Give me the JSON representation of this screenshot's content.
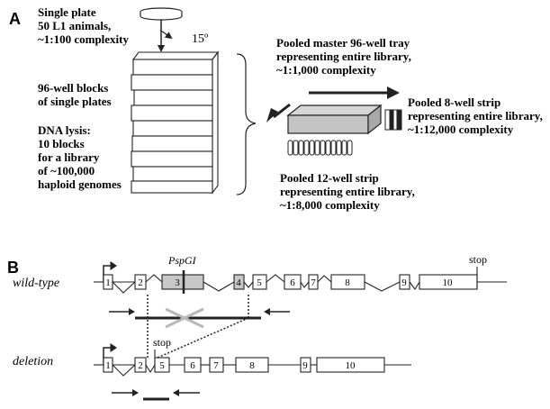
{
  "panel_a": {
    "label": "A",
    "single_plate_lines": [
      "Single plate",
      "50 L1 animals,",
      "~1:100 complexity"
    ],
    "angle_label": "15º",
    "blocks_lines": [
      "96-well blocks",
      "of single plates"
    ],
    "lysis_lines": [
      "DNA lysis:",
      "10 blocks",
      "for a library",
      "of ~100,000",
      "haploid genomes"
    ],
    "master_tray_lines": [
      "Pooled master 96-well tray",
      "representing entire library,",
      "~1:1,000 complexity"
    ],
    "strip8_lines": [
      "Pooled 8-well strip",
      "representing entire library,",
      "~1:12,000 complexity"
    ],
    "strip12_lines": [
      "Pooled 12-well strip",
      "representing entire library,",
      "~1:8,000 complexity"
    ]
  },
  "panel_b": {
    "label": "B",
    "wildtype_label": "wild-type",
    "deletion_label": "deletion",
    "restriction_site": "PspGI",
    "stop_label": "stop",
    "wildtype_exons": [
      "1",
      "2",
      "3",
      "4",
      "5",
      "6",
      "7",
      "8",
      "9",
      "10"
    ],
    "deletion_exons": [
      "1",
      "2",
      "5",
      "6",
      "7",
      "8",
      "9",
      "10"
    ]
  },
  "colors": {
    "ink": "#222222",
    "deleted_exon_fill": "#c8c8c8",
    "tray_fill": "#c4c4c4",
    "cross_grey": "#b8b8b8"
  }
}
